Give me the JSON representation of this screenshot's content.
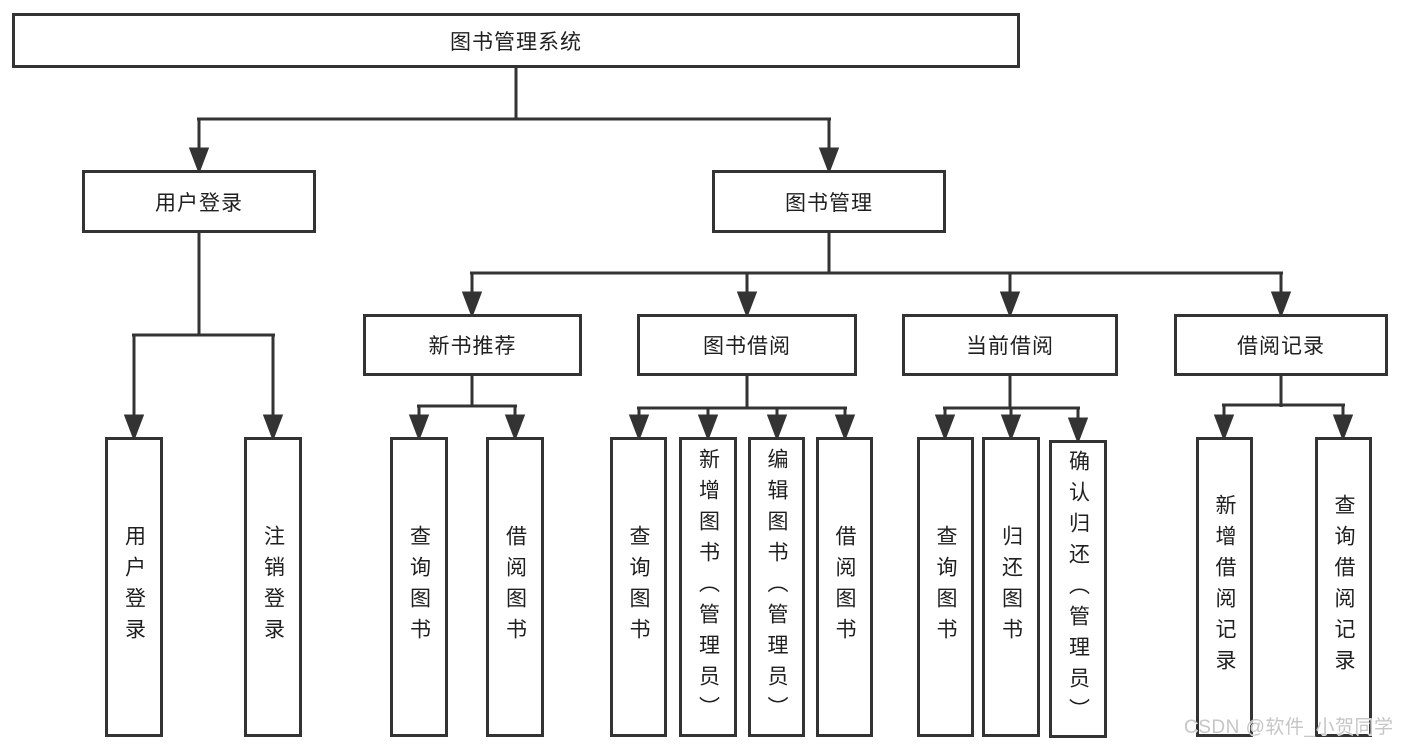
{
  "tree": {
    "root": {
      "label": "图书管理系统"
    },
    "branches": [
      {
        "label": "用户登录",
        "children": [
          {
            "label": "用户登录"
          },
          {
            "label": "注销登录"
          }
        ]
      },
      {
        "label": "图书管理",
        "children": [
          {
            "label": "新书推荐",
            "children": [
              {
                "label": "查询图书"
              },
              {
                "label": "借阅图书"
              }
            ]
          },
          {
            "label": "图书借阅",
            "children": [
              {
                "label": "查询图书"
              },
              {
                "label": "新增图书（管理员）"
              },
              {
                "label": "编辑图书（管理员）"
              },
              {
                "label": "借阅图书"
              }
            ]
          },
          {
            "label": "当前借阅",
            "children": [
              {
                "label": "查询图书"
              },
              {
                "label": "归还图书"
              },
              {
                "label": "确认归还（管理员）"
              }
            ]
          },
          {
            "label": "借阅记录",
            "children": [
              {
                "label": "新增借阅记录"
              },
              {
                "label": "查询借阅记录"
              }
            ]
          }
        ]
      }
    ]
  },
  "watermark": "CSDN @软件_小贺同学",
  "colors": {
    "line": "#333333",
    "text": "#1f1f1f",
    "watermark": "#c6c6c6"
  }
}
